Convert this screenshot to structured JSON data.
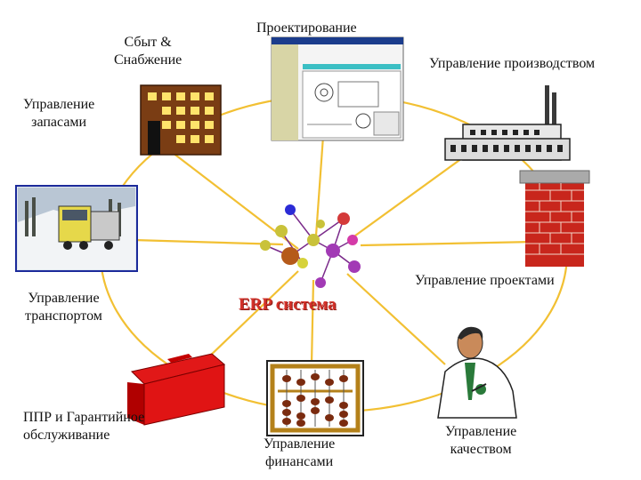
{
  "diagram": {
    "center_label": "ERP система",
    "nodes": [
      {
        "id": "design",
        "lines": [
          "Проектирование"
        ],
        "icon": "cad-screen-icon"
      },
      {
        "id": "sales",
        "lines": [
          "Сбыт &",
          "Снабжение"
        ],
        "icon": "warehouse-building-icon"
      },
      {
        "id": "inventory",
        "lines": [
          "Управление",
          "запасами"
        ],
        "icon": ""
      },
      {
        "id": "production",
        "lines": [
          "Управление производством"
        ],
        "icon": "factory-icon"
      },
      {
        "id": "transport",
        "lines": [
          "Управление",
          "транспортом"
        ],
        "icon": "truck-photo-icon"
      },
      {
        "id": "projects",
        "lines": [
          "Управление проектами"
        ],
        "icon": "brick-chimney-icon"
      },
      {
        "id": "maintenance",
        "lines": [
          "ППР и Гарантийное",
          "обслуживание"
        ],
        "icon": "red-toolbox-icon"
      },
      {
        "id": "finance",
        "lines": [
          "Управление",
          "финансами"
        ],
        "icon": "abacus-icon"
      },
      {
        "id": "quality",
        "lines": [
          "Управление",
          "качеством"
        ],
        "icon": "inspector-icon"
      }
    ],
    "colors": {
      "ring": "#f2c033",
      "erp_text": "#d4322a"
    }
  }
}
